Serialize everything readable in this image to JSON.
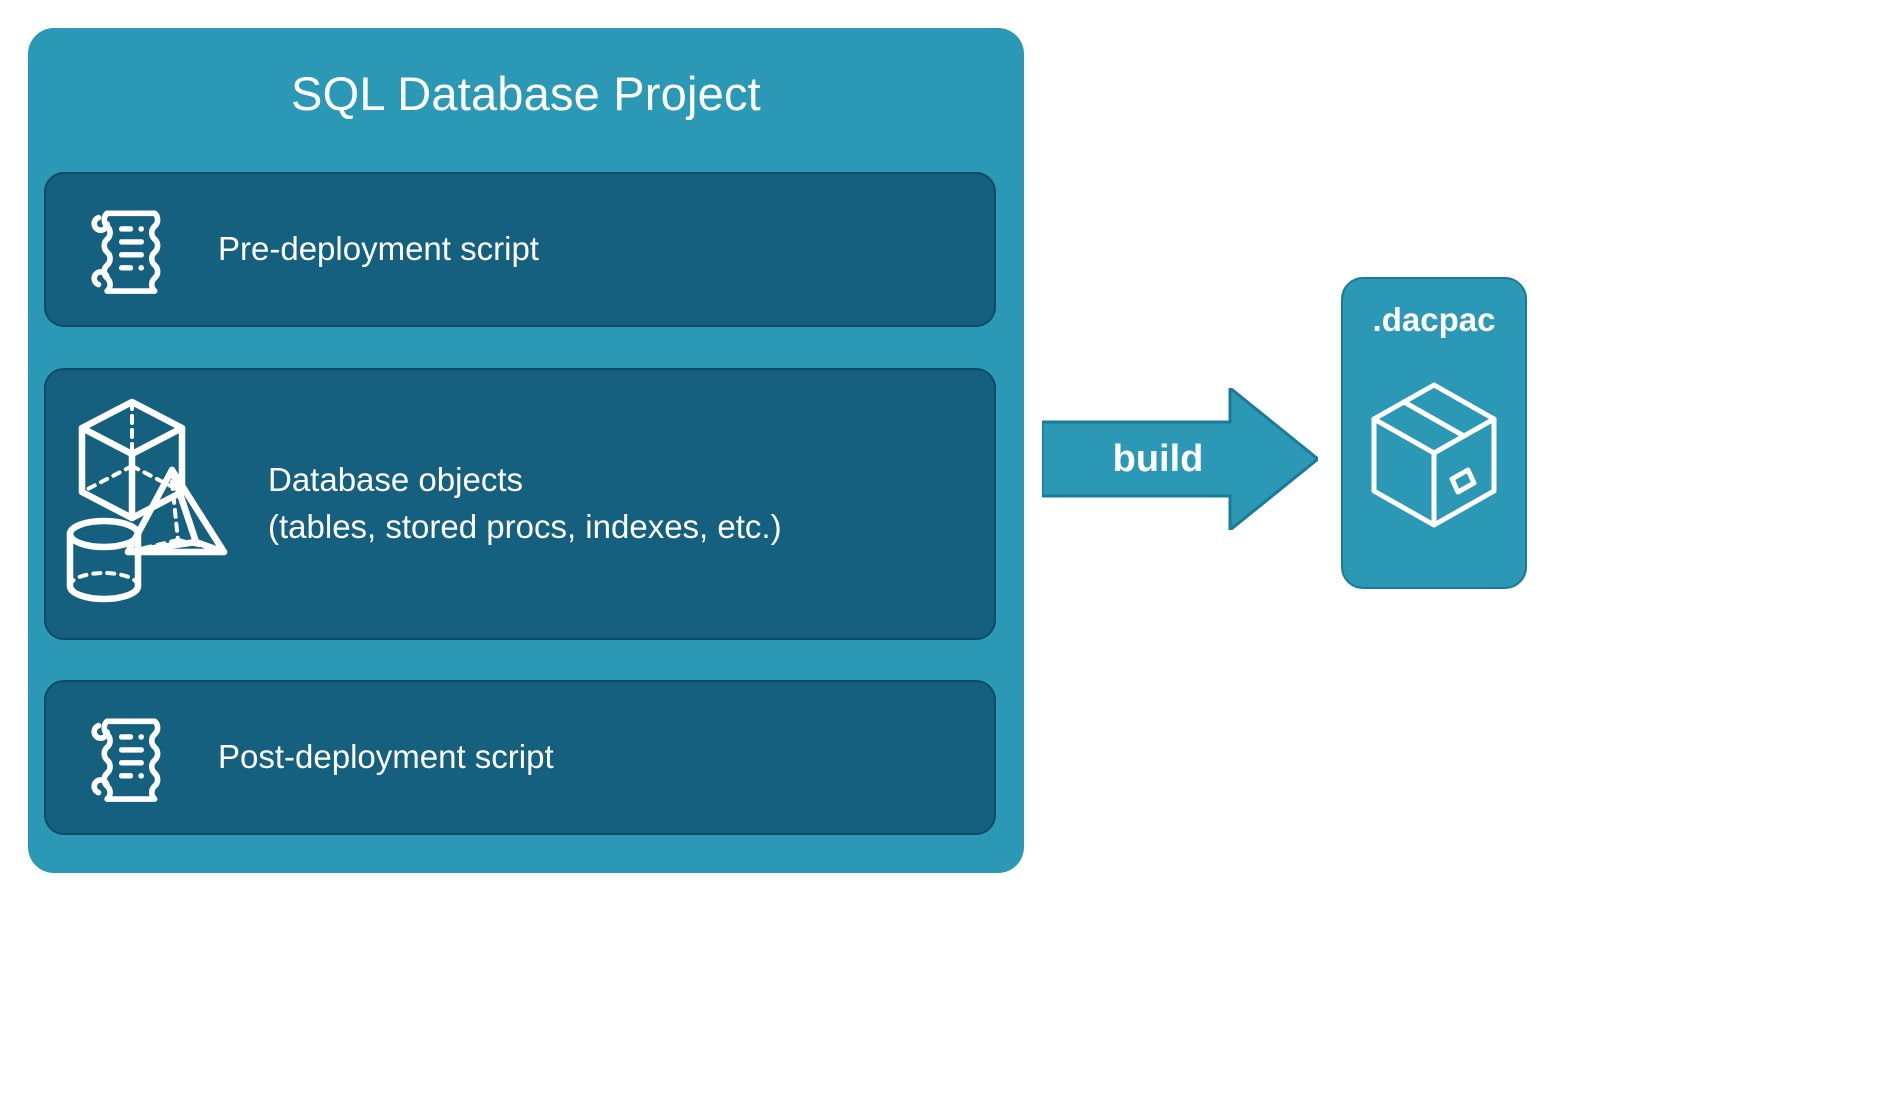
{
  "diagram": {
    "title": "SQL Database Project",
    "background_color": "#ffffff"
  },
  "project": {
    "title": "SQL Database Project",
    "container_color": "#2B98B5",
    "row_color": "#15607F",
    "rows": [
      {
        "id": "pre-deployment",
        "label": "Pre-deployment script",
        "label_line2": "",
        "icon": "scroll-icon"
      },
      {
        "id": "database-objects",
        "label": "Database objects",
        "label_line2": "(tables, stored procs, indexes, etc.)",
        "icon": "shapes-icon"
      },
      {
        "id": "post-deployment",
        "label": "Post-deployment script",
        "label_line2": "",
        "icon": "scroll-icon"
      }
    ]
  },
  "build": {
    "label": "build",
    "arrow_color": "#2B98B5",
    "arrow_stroke": "#1B7A98",
    "icon": "arrow-right-icon"
  },
  "output": {
    "title": ".dacpac",
    "card_color": "#2B98B5",
    "icon": "package-box-icon"
  }
}
